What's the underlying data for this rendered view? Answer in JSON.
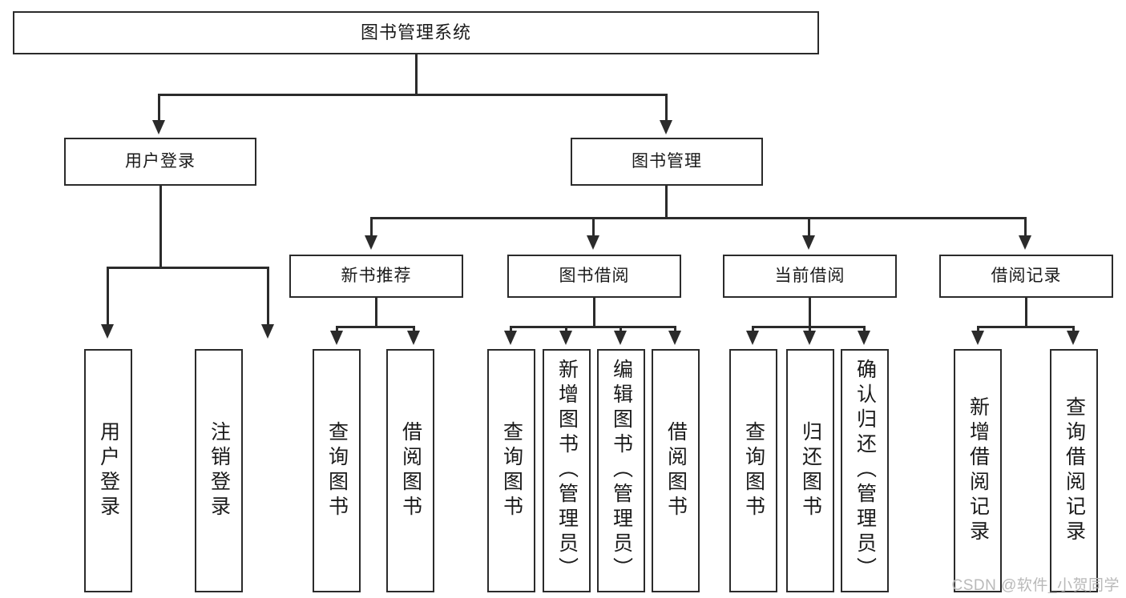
{
  "diagram": {
    "title": "图书管理系统",
    "type": "tree-hierarchy-chart",
    "root": {
      "id": "root",
      "label": "图书管理系统"
    },
    "level2": [
      {
        "id": "user-login",
        "label": "用户登录"
      },
      {
        "id": "book-management",
        "label": "图书管理"
      }
    ],
    "level3": [
      {
        "id": "new-book-recommend",
        "label": "新书推荐"
      },
      {
        "id": "book-borrow",
        "label": "图书借阅"
      },
      {
        "id": "current-borrow",
        "label": "当前借阅"
      },
      {
        "id": "borrow-record",
        "label": "借阅记录"
      }
    ],
    "leaves": {
      "user_login": [
        {
          "id": "leaf-user-login",
          "label": "用户登录"
        },
        {
          "id": "leaf-logout-login",
          "label": "注销登录"
        }
      ],
      "new_book_recommend": [
        {
          "id": "leaf-query-book-1",
          "label": "查询图书"
        },
        {
          "id": "leaf-borrow-book-1",
          "label": "借阅图书"
        }
      ],
      "book_borrow": [
        {
          "id": "leaf-query-book-2",
          "label": "查询图书"
        },
        {
          "id": "leaf-add-book-admin",
          "label": "新增图书（管理员）"
        },
        {
          "id": "leaf-edit-book-admin",
          "label": "编辑图书（管理员）"
        },
        {
          "id": "leaf-borrow-book-2",
          "label": "借阅图书"
        }
      ],
      "current_borrow": [
        {
          "id": "leaf-query-book-3",
          "label": "查询图书"
        },
        {
          "id": "leaf-return-book",
          "label": "归还图书"
        },
        {
          "id": "leaf-confirm-return-admin",
          "label": "确认归还（管理员）"
        }
      ],
      "borrow_record": [
        {
          "id": "leaf-add-borrow-record",
          "label": "新增借阅记录"
        },
        {
          "id": "leaf-query-borrow-record",
          "label": "查询借阅记录"
        }
      ]
    }
  },
  "watermark": {
    "text": "CSDN @软件_小贺同学"
  },
  "colors": {
    "stroke": "#2b2b2b",
    "fill": "#ffffff",
    "text": "#1a1a1a",
    "watermark": "#b9b9b9"
  }
}
